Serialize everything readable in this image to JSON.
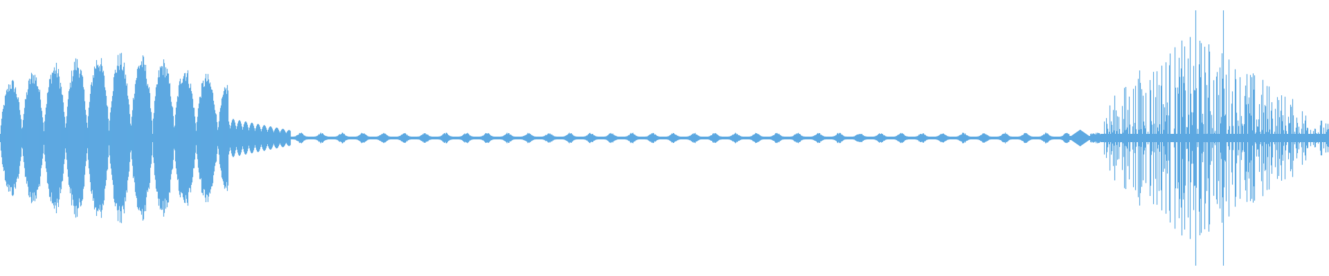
{
  "waveform": {
    "color": "#5DA9E1",
    "background": "#FFFFFF",
    "segments": [
      {
        "name": "speech-burst-1",
        "start_frac": 0.0,
        "end_frac": 0.17,
        "envelope": "high"
      },
      {
        "name": "tail-1",
        "start_frac": 0.17,
        "end_frac": 0.22,
        "envelope": "medium-low"
      },
      {
        "name": "quiet-hum",
        "start_frac": 0.22,
        "end_frac": 0.79,
        "envelope": "very-low"
      },
      {
        "name": "transient",
        "start_frac": 0.805,
        "end_frac": 0.815,
        "envelope": "low"
      },
      {
        "name": "speech-burst-2",
        "start_frac": 0.82,
        "end_frac": 1.0,
        "envelope": "high-peaky"
      }
    ]
  }
}
